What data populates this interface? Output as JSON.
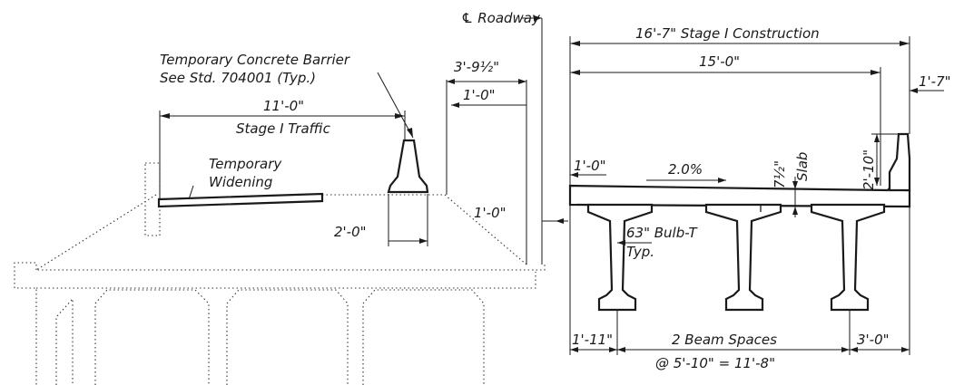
{
  "labels": {
    "roadway": "℄ Roadway",
    "barrier_line1": "Temporary Concrete Barrier",
    "barrier_line2": "See Std. 704001 (Typ.)",
    "stage1_traffic_width": "11'-0\"",
    "stage1_traffic": "Stage I Traffic",
    "temp_widening_1": "Temporary",
    "temp_widening_2": "Widening",
    "barrier_offset": "2'-0\"",
    "dim_3_9_5": "3'-9½\"",
    "dim_1_0_a": "1'-0\"",
    "dim_1_0_b": "1'-0\"",
    "dim_1_0_c": "1'-0\"",
    "stage1_construction": "16'-7\" Stage I Construction",
    "dim_15_0": "15'-0\"",
    "dim_1_7": "1'-7\"",
    "cross_slope": "2.0%",
    "slab_thickness": "7½\"",
    "slab": "Slab",
    "parapet_height": "2'-10\"",
    "beam_type_1": "63\" Bulb-T",
    "beam_type_2": "Typ.",
    "dim_1_11": "1'-11\"",
    "beam_spaces": "2 Beam Spaces",
    "beam_spacing": "@ 5'-10\" = 11'-8\"",
    "dim_3_0": "3'-0\""
  }
}
